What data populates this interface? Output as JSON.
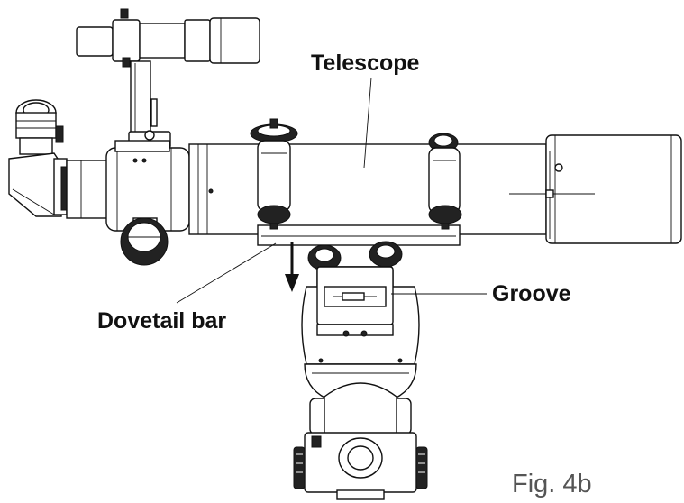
{
  "labels": {
    "telescope": "Telescope",
    "groove": "Groove",
    "dovetail_bar": "Dovetail bar",
    "figure": "Fig. 4b"
  },
  "colors": {
    "ink": "#111111",
    "figure_caption": "#555555",
    "background": "#ffffff"
  }
}
